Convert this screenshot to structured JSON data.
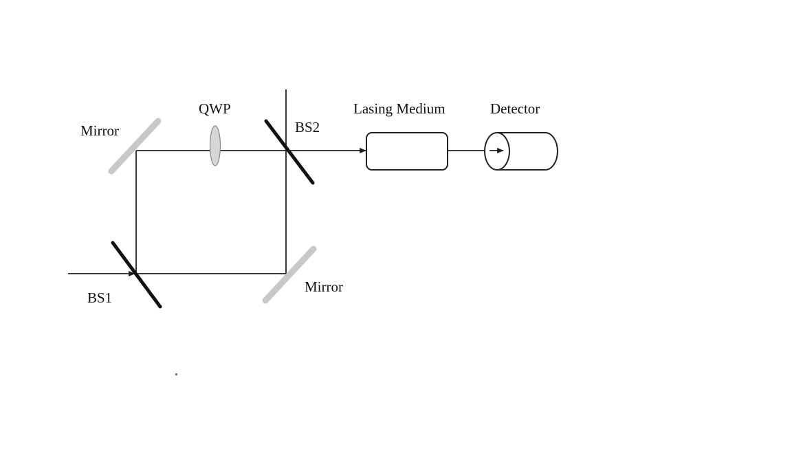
{
  "labels": {
    "qwp": "QWP",
    "mirror_top": "Mirror",
    "bs2": "BS2",
    "lasing_medium": "Lasing Medium",
    "detector": "Detector",
    "bs1": "BS1",
    "mirror_bottom": "Mirror"
  },
  "colors": {
    "beam": "#222222",
    "mirror": "#c8c8c8",
    "beam_splitter": "#111111",
    "qwp": "#d6d6d6"
  }
}
